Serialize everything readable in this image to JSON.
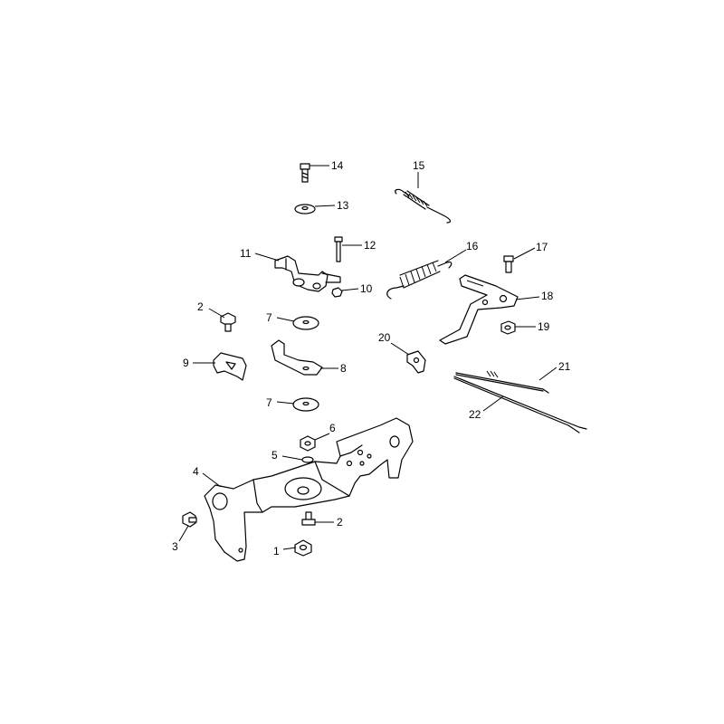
{
  "callouts": {
    "c1": "1",
    "c2a": "2",
    "c2b": "2",
    "c3": "3",
    "c4": "4",
    "c5": "5",
    "c6": "6",
    "c7a": "7",
    "c7b": "7",
    "c8": "8",
    "c9": "9",
    "c10": "10",
    "c11": "11",
    "c12": "12",
    "c13": "13",
    "c14": "14",
    "c15": "15",
    "c16": "16",
    "c17": "17",
    "c18": "18",
    "c19": "19",
    "c20": "20",
    "c21": "21",
    "c22": "22"
  }
}
